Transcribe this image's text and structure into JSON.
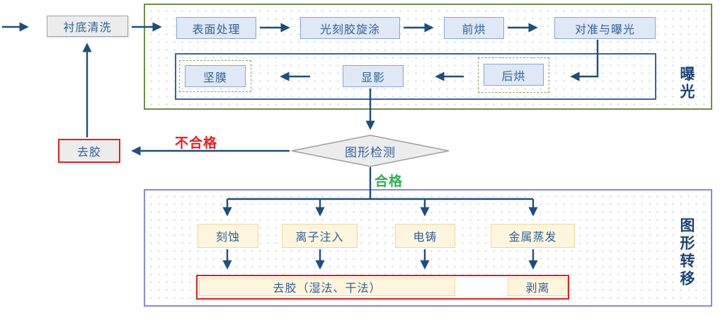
{
  "flow": {
    "substrate_clean": "衬底清洗",
    "strip_resist": "去胶",
    "fail_label": "不合格",
    "pass_label": "合格",
    "inspection": "图形检测"
  },
  "exposure_group": {
    "label": "曝光",
    "row1": [
      "表面处理",
      "光刻胶旋涂",
      "前烘",
      "对准与曝光"
    ],
    "row2": [
      "坚膜",
      "显影",
      "后烘"
    ]
  },
  "transfer_group": {
    "label": "图形转移",
    "branches": [
      "刻蚀",
      "离子注入",
      "电铸",
      "金属蒸发"
    ],
    "strip_wide": "去胶（湿法、干法）",
    "liftoff": "剥离"
  },
  "colors": {
    "arrow_navy": "#1d4e7e",
    "process_fill": "#dfe8f4",
    "process_border": "#87a5d2",
    "process_text": "#30619a",
    "exposure_border_green": "#6e9044",
    "transfer_border_purple": "#8787e9",
    "alert_red": "#ed1c1c",
    "pass_green": "#2cb14e",
    "yellow_fill": "#fdf5dd",
    "yellow_border": "#f2d791",
    "gray_fill": "#ececec",
    "gray_border": "#a3a3a3"
  }
}
